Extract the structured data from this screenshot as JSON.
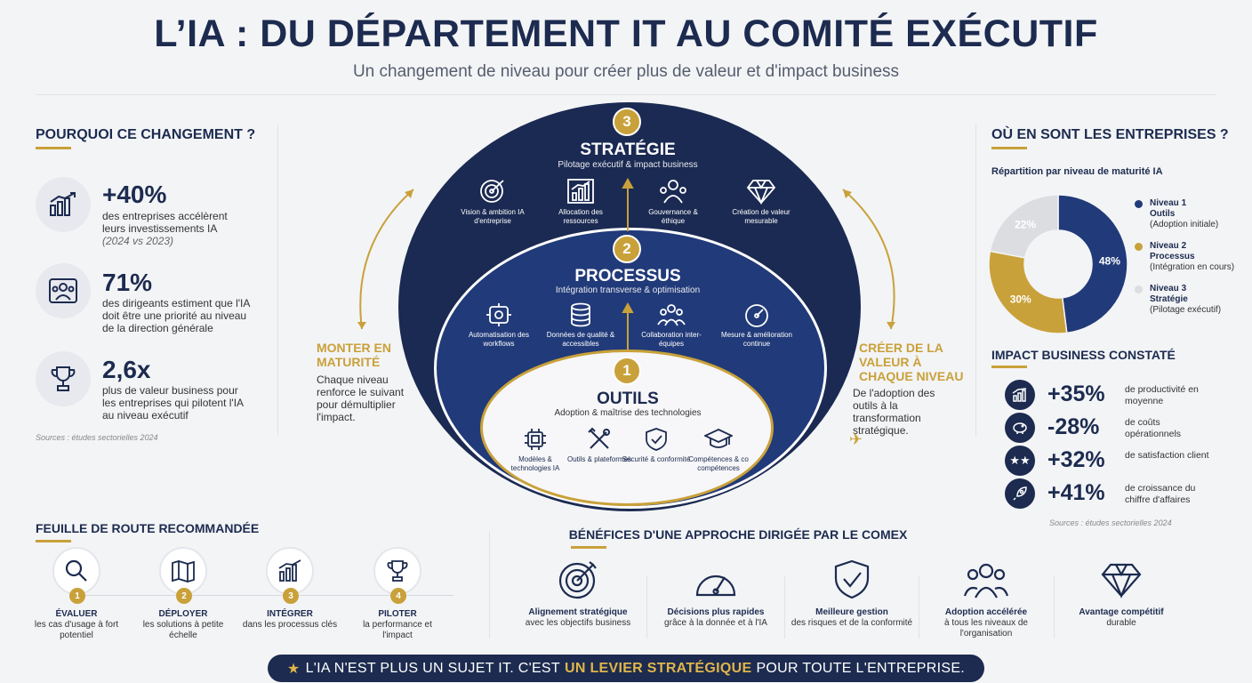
{
  "header": {
    "title": "L’IA : DU DÉPARTEMENT IT AU COMITÉ EXÉCUTIF",
    "subtitle": "Un changement de niveau pour créer plus de valeur et d'impact business"
  },
  "why": {
    "heading": "POURQUOI CE CHANGEMENT ?",
    "stats": [
      {
        "icon": "rising-chart-icon",
        "value": "+40%",
        "text": "des entreprises accélèrent leurs investissements IA",
        "note": "(2024 vs 2023)"
      },
      {
        "icon": "executives-icon",
        "value": "71%",
        "text": "des dirigeants estiment que l'IA doit être une priorité au niveau de la direction générale",
        "note": ""
      },
      {
        "icon": "trophy-icon",
        "value": "2,6x",
        "text": "plus de valeur business pour les entreprises qui pilotent l'IA au niveau exécutif",
        "note": ""
      }
    ],
    "source": "Sources : études sectorielles 2024"
  },
  "left_side": {
    "heading": "MONTER EN MATURITÉ",
    "text": "Chaque niveau renforce le suivant pour démultiplier l'impact."
  },
  "right_side": {
    "heading": "CRÉER DE LA VALEUR À CHAQUE NIVEAU",
    "text": "De l'adoption des outils à la transformation stratégique."
  },
  "levels": [
    {
      "number": "3",
      "title": "STRATÉGIE",
      "subtitle": "Pilotage exécutif & impact business",
      "features": [
        {
          "icon": "target-icon",
          "label": "Vision & ambition IA d'entreprise"
        },
        {
          "icon": "bar-chart-icon",
          "label": "Allocation des ressources"
        },
        {
          "icon": "governance-icon",
          "label": "Gouvernance & éthique"
        },
        {
          "icon": "diamond-icon",
          "label": "Création de valeur mesurable"
        }
      ]
    },
    {
      "number": "2",
      "title": "PROCESSUS",
      "subtitle": "Intégration transverse & optimisation",
      "features": [
        {
          "icon": "workflow-icon",
          "label": "Automatisation des workflows"
        },
        {
          "icon": "database-icon",
          "label": "Données de qualité & accessibles"
        },
        {
          "icon": "team-icon",
          "label": "Collaboration inter-équipes"
        },
        {
          "icon": "gauge-icon",
          "label": "Mesure & amélioration continue"
        }
      ]
    },
    {
      "number": "1",
      "title": "OUTILS",
      "subtitle": "Adoption & maîtrise des technologies",
      "features": [
        {
          "icon": "chip-icon",
          "label": "Modèles & technologies IA"
        },
        {
          "icon": "tools-icon",
          "label": "Outils & plateformes"
        },
        {
          "icon": "shield-icon",
          "label": "Sécurité & conformité"
        },
        {
          "icon": "graduation-cap-icon",
          "label": "Compétences & co compétences"
        }
      ]
    }
  ],
  "maturity": {
    "heading": "OÙ EN SONT LES ENTREPRISES ?",
    "chart_title": "Répartition par niveau de maturité IA",
    "legend": [
      {
        "name": "Niveau 1",
        "sub": "Outils",
        "note": "(Adoption initiale)",
        "color": "#213a79"
      },
      {
        "name": "Niveau 2",
        "sub": "Processus",
        "note": "(Intégration en cours)",
        "color": "#c9a13a"
      },
      {
        "name": "Niveau 3",
        "sub": "Stratégie",
        "note": "(Pilotage exécutif)",
        "color": "#dcdde1"
      }
    ]
  },
  "chart_data": {
    "type": "pie",
    "title": "Répartition par niveau de maturité IA",
    "categories": [
      "Niveau 1",
      "Niveau 2",
      "Niveau 3"
    ],
    "values": [
      48,
      30,
      22
    ],
    "labels": [
      "48%",
      "30%",
      "22%"
    ],
    "colors": [
      "#213a79",
      "#c9a13a",
      "#dcdde1"
    ],
    "legend": "right"
  },
  "impact": {
    "heading": "IMPACT BUSINESS CONSTATÉ",
    "items": [
      {
        "icon": "growth-icon",
        "value": "+35%",
        "text": "de productivité en moyenne"
      },
      {
        "icon": "piggy-bank-icon",
        "value": "-28%",
        "text": "de coûts opérationnels"
      },
      {
        "icon": "stars-icon",
        "value": "+32%",
        "text": "de satisfaction client"
      },
      {
        "icon": "rocket-icon",
        "value": "+41%",
        "text": "de croissance du chiffre d'affaires"
      }
    ],
    "source": "Sources : études sectorielles 2024"
  },
  "roadmap": {
    "heading": "FEUILLE DE ROUTE RECOMMANDÉE",
    "steps": [
      {
        "num": "1",
        "icon": "magnifier-icon",
        "title": "ÉVALUER",
        "text": "les cas d'usage à fort potentiel"
      },
      {
        "num": "2",
        "icon": "map-icon",
        "title": "DÉPLOYER",
        "text": "les solutions à petite échelle"
      },
      {
        "num": "3",
        "icon": "integration-chart-icon",
        "title": "INTÉGRER",
        "text": "dans les processus clés"
      },
      {
        "num": "4",
        "icon": "cup-icon",
        "title": "PILOTER",
        "text": "la performance et l'impact"
      }
    ]
  },
  "benefits": {
    "heading": "BÉNÉFICES D'UNE APPROCHE DIRIGÉE PAR LE COMEX",
    "items": [
      {
        "icon": "target-icon",
        "title": "Alignement stratégique",
        "text": "avec les objectifs business"
      },
      {
        "icon": "speedometer-icon",
        "title": "Décisions plus rapides",
        "text": "grâce à la donnée et à l'IA"
      },
      {
        "icon": "shield-check-icon",
        "title": "Meilleure gestion",
        "text": "des risques et de la conformité"
      },
      {
        "icon": "people-icon",
        "title": "Adoption accélérée",
        "text": "à tous les niveaux de l'organisation"
      },
      {
        "icon": "diamond-icon",
        "title": "Avantage compétitif",
        "text": "durable"
      }
    ]
  },
  "banner": {
    "part1": "L'IA N'EST PLUS UN SUJET IT. C'EST",
    "highlight": "UN LEVIER STRATÉGIQUE",
    "part2": "POUR TOUTE L'ENTREPRISE."
  }
}
